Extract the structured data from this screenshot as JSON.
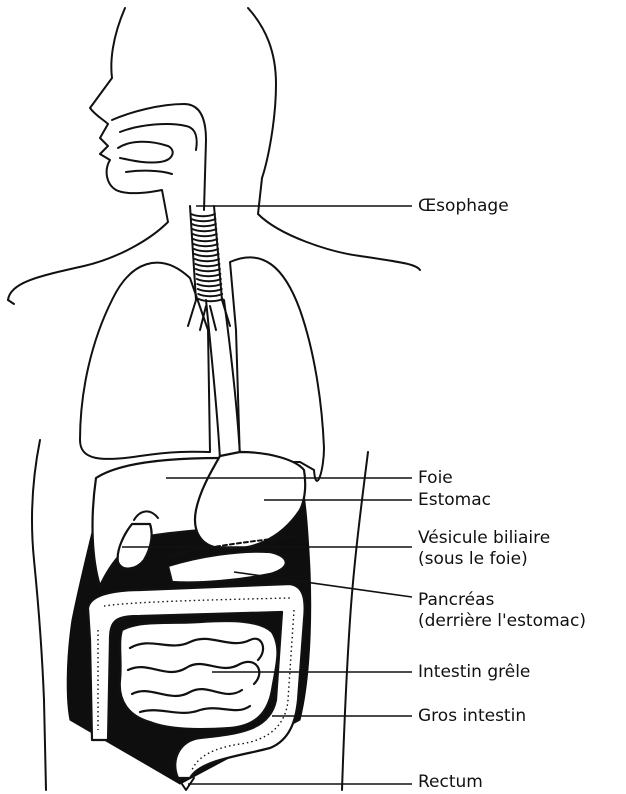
{
  "labels": {
    "esophagus": "Œsophage",
    "liver": "Foie",
    "stomach": "Estomac",
    "gallbladder_1": "Vésicule biliaire",
    "gallbladder_2": "(sous le foie)",
    "pancreas_1": "Pancréas",
    "pancreas_2": "(derrière l'estomac)",
    "small_intestine": "Intestin grêle",
    "large_intestine": "Gros intestin",
    "rectum": "Rectum"
  }
}
